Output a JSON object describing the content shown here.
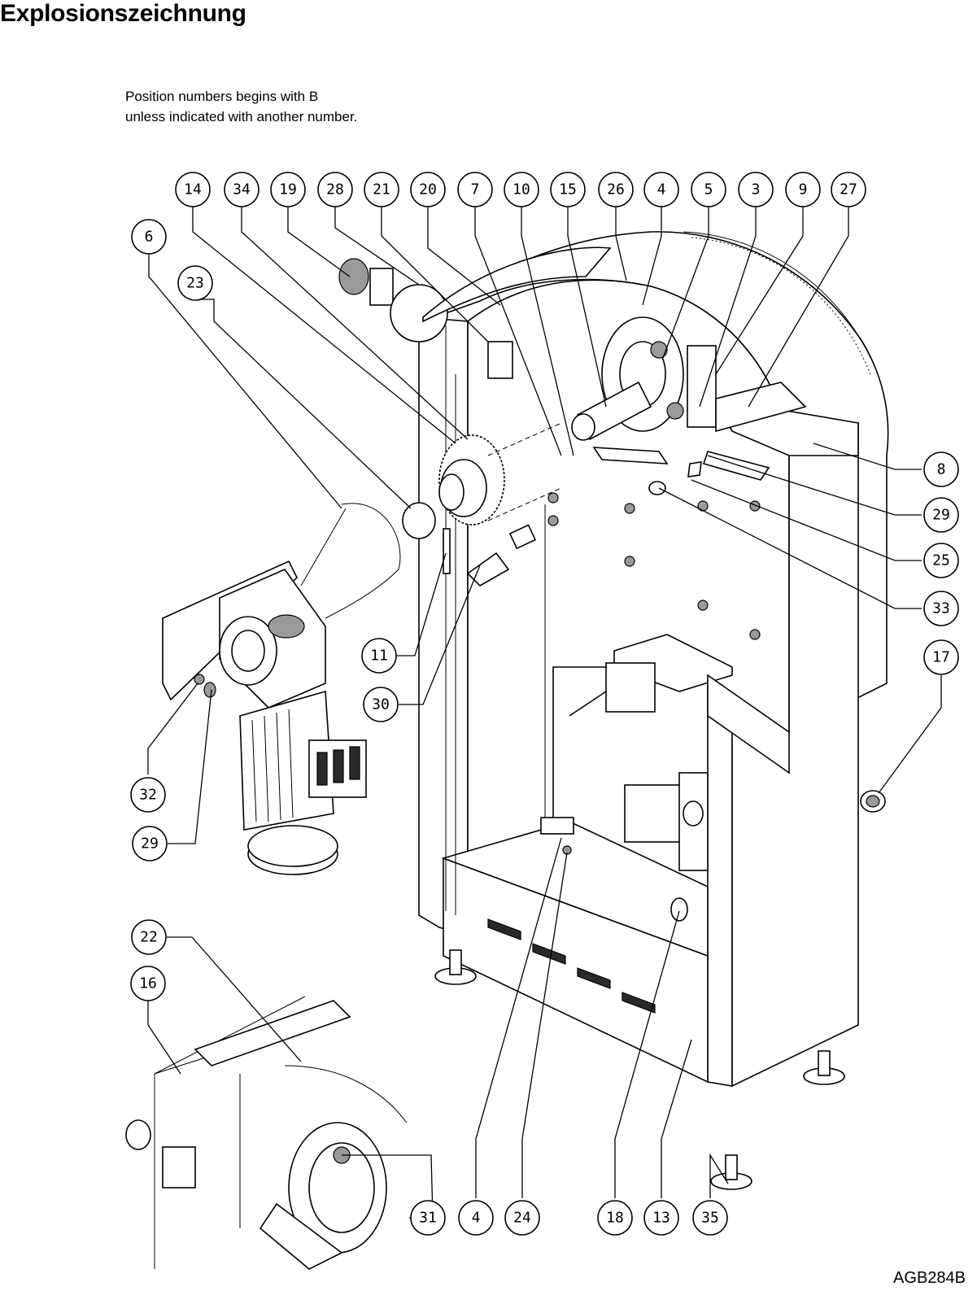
{
  "title": "Explosionszeichnung",
  "note": {
    "line1": "Position numbers begins with B",
    "line2": "unless indicated with another number."
  },
  "document_id": "AGB284B",
  "callouts": {
    "top_row": [
      "14",
      "34",
      "19",
      "28",
      "21",
      "20",
      "7",
      "10",
      "15",
      "26",
      "4",
      "5",
      "3",
      "9",
      "27"
    ],
    "left_6": "6",
    "left_23": "23",
    "right_8": "8",
    "right_29": "29",
    "right_25": "25",
    "right_33": "33",
    "right_17": "17",
    "mid_11": "11",
    "mid_30": "30",
    "motor_32": "32",
    "motor_29": "29",
    "detail_22": "22",
    "detail_16": "16",
    "bottom_row": [
      "31",
      "4",
      "24",
      "18",
      "13",
      "35"
    ]
  }
}
